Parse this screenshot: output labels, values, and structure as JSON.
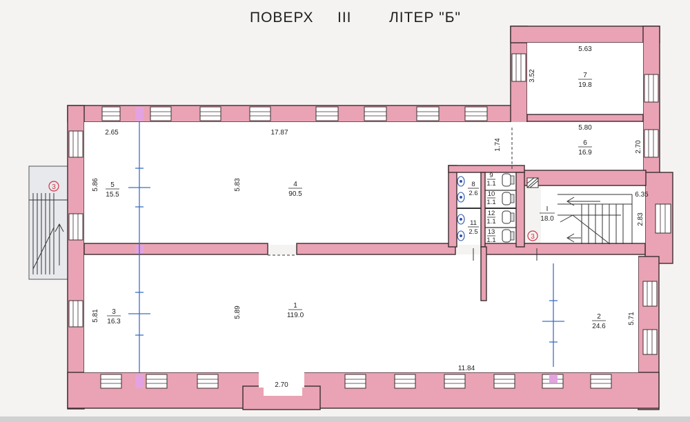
{
  "title": {
    "floor_label": "ПОВЕРХ",
    "floor_number": "III",
    "letter_label": "ЛІТЕР \"Б\""
  },
  "rooms": [
    {
      "number": "1",
      "area": "119.0"
    },
    {
      "number": "2",
      "area": "24.6"
    },
    {
      "number": "3",
      "area": "16.3"
    },
    {
      "number": "4",
      "area": "90.5"
    },
    {
      "number": "5",
      "area": "15.5"
    },
    {
      "number": "6",
      "area": "16.9"
    },
    {
      "number": "7",
      "area": "19.8"
    },
    {
      "number": "8",
      "area": "2.6"
    },
    {
      "number": "9",
      "area": "1.1"
    },
    {
      "number": "10",
      "area": "1.1"
    },
    {
      "number": "11",
      "area": "2.5"
    },
    {
      "number": "12",
      "area": "1.1"
    },
    {
      "number": "13",
      "area": "1.1"
    },
    {
      "number": "I",
      "area": "18.0"
    }
  ],
  "dimensions": {
    "d_2_65": "2.65",
    "d_17_87": "17.87",
    "d_5_83": "5.83",
    "d_5_86": "5.86",
    "d_1_74": "1.74",
    "d_5_80": "5.80",
    "d_2_70_right": "2.70",
    "d_5_63": "5.63",
    "d_3_52": "3.52",
    "d_6_35": "6.35",
    "d_2_83": "2.83",
    "d_5_89": "5.89",
    "d_5_81": "5.81",
    "d_5_71": "5.71",
    "d_11_84": "11.84",
    "d_2_70_bottom": "2.70"
  },
  "markers": {
    "stair_left": "3",
    "stair_right": "3"
  },
  "colors": {
    "wall": "#e9a3b4",
    "pilaster": "#e3a3e0",
    "window": "#ffffff",
    "measure_line": "#3b6fc4",
    "marker": "#d2344a"
  },
  "icons": [
    "toilet-icon",
    "stair-arrow-icon"
  ]
}
